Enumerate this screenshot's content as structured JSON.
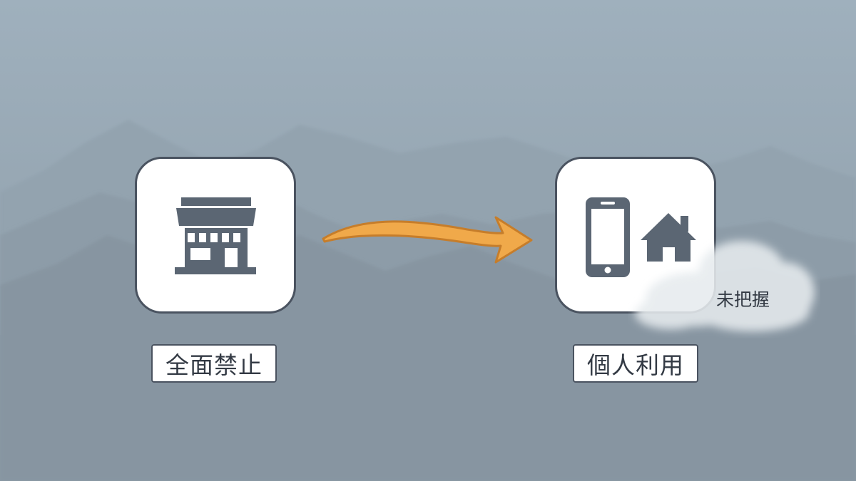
{
  "left_node": {
    "label": "全面禁止",
    "icon": "store-icon"
  },
  "right_node": {
    "label": "個人利用",
    "icons": [
      "smartphone-icon",
      "house-icon"
    ]
  },
  "arrow": {
    "icon": "arrow-icon",
    "color": "#f0a94a"
  },
  "cloud": {
    "text": "未把握"
  },
  "colors": {
    "background": "#8e9ca7",
    "icon": "#5b6673",
    "card": "#ffffff",
    "outline": "#4a5360"
  }
}
